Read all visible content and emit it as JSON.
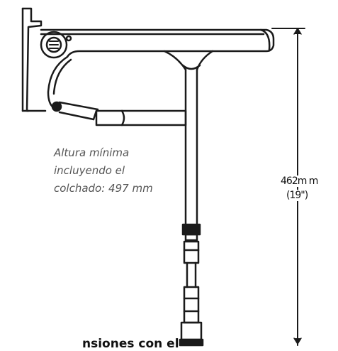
{
  "note": {
    "line1": "Altura mínima",
    "line2": "incluyendo el",
    "line3": "colchado: 497 mm"
  },
  "dimension": {
    "value": "462m m",
    "inches": "(19\")"
  },
  "caption": "nsiones con el",
  "colors": {
    "stroke": "#1a1a1a",
    "note_text": "#555555"
  }
}
